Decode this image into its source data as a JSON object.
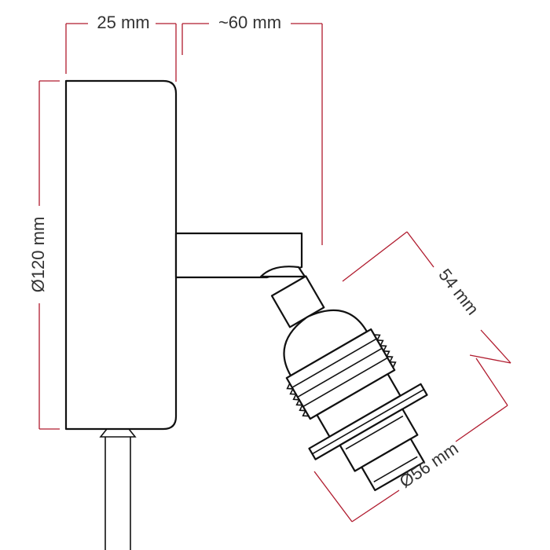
{
  "dimensions": {
    "depth": "25 mm",
    "arm_reach": "~60 mm",
    "base_diameter": "Ø120 mm",
    "socket_length": "54 mm",
    "socket_diameter": "Ø56 mm"
  },
  "colors": {
    "dimension_line": "#b01b2e",
    "outline": "#111111",
    "text": "#333333"
  }
}
